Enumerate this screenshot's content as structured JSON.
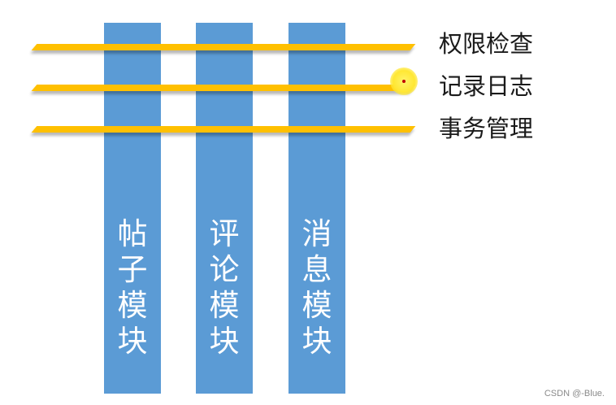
{
  "columns": [
    {
      "chars": [
        "帖",
        "子",
        "模",
        "块"
      ]
    },
    {
      "chars": [
        "评",
        "论",
        "模",
        "块"
      ]
    },
    {
      "chars": [
        "消",
        "息",
        "模",
        "块"
      ]
    }
  ],
  "bars": [
    {
      "label": "权限检查"
    },
    {
      "label": "记录日志"
    },
    {
      "label": "事务管理"
    }
  ],
  "colors": {
    "column": "#5b9bd5",
    "bar": "#ffc000",
    "column_text": "#ffffff",
    "cursor_highlight": "#ffe733"
  },
  "watermark": "CSDN @-Blue."
}
